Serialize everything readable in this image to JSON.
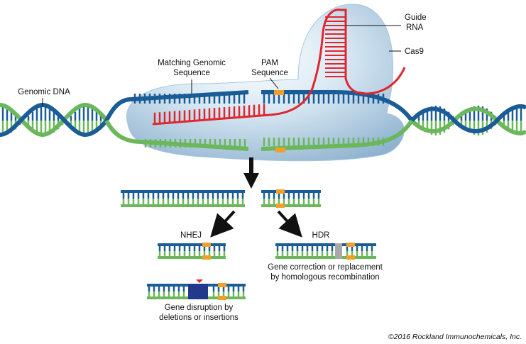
{
  "labels": {
    "guide_rna_line1": "Guide",
    "guide_rna_line2": "RNA",
    "cas9": "Cas9",
    "matching_line1": "Matching Genomic",
    "matching_line2": "Sequence",
    "pam_line1": "PAM",
    "pam_line2": "Sequence",
    "genomic_dna": "Genomic DNA",
    "nhej": "NHEJ",
    "hdr": "HDR",
    "hdr_desc_line1": "Gene correction or replacement",
    "hdr_desc_line2": "by homologous recombination",
    "nhej_desc_line1": "Gene disruption by",
    "nhej_desc_line2": "deletions or insertions",
    "copyright": "©2016 Rockland Immunochemicals, Inc."
  },
  "colors": {
    "dna_blue": "#1a5c96",
    "dna_green": "#6cb75c",
    "rna_red": "#e0262e",
    "pam_orange": "#f0a02a",
    "cas9_fill": "#c5dcec",
    "insert_navy": "#233a8c",
    "hdr_gray": "#a9a9a9"
  }
}
